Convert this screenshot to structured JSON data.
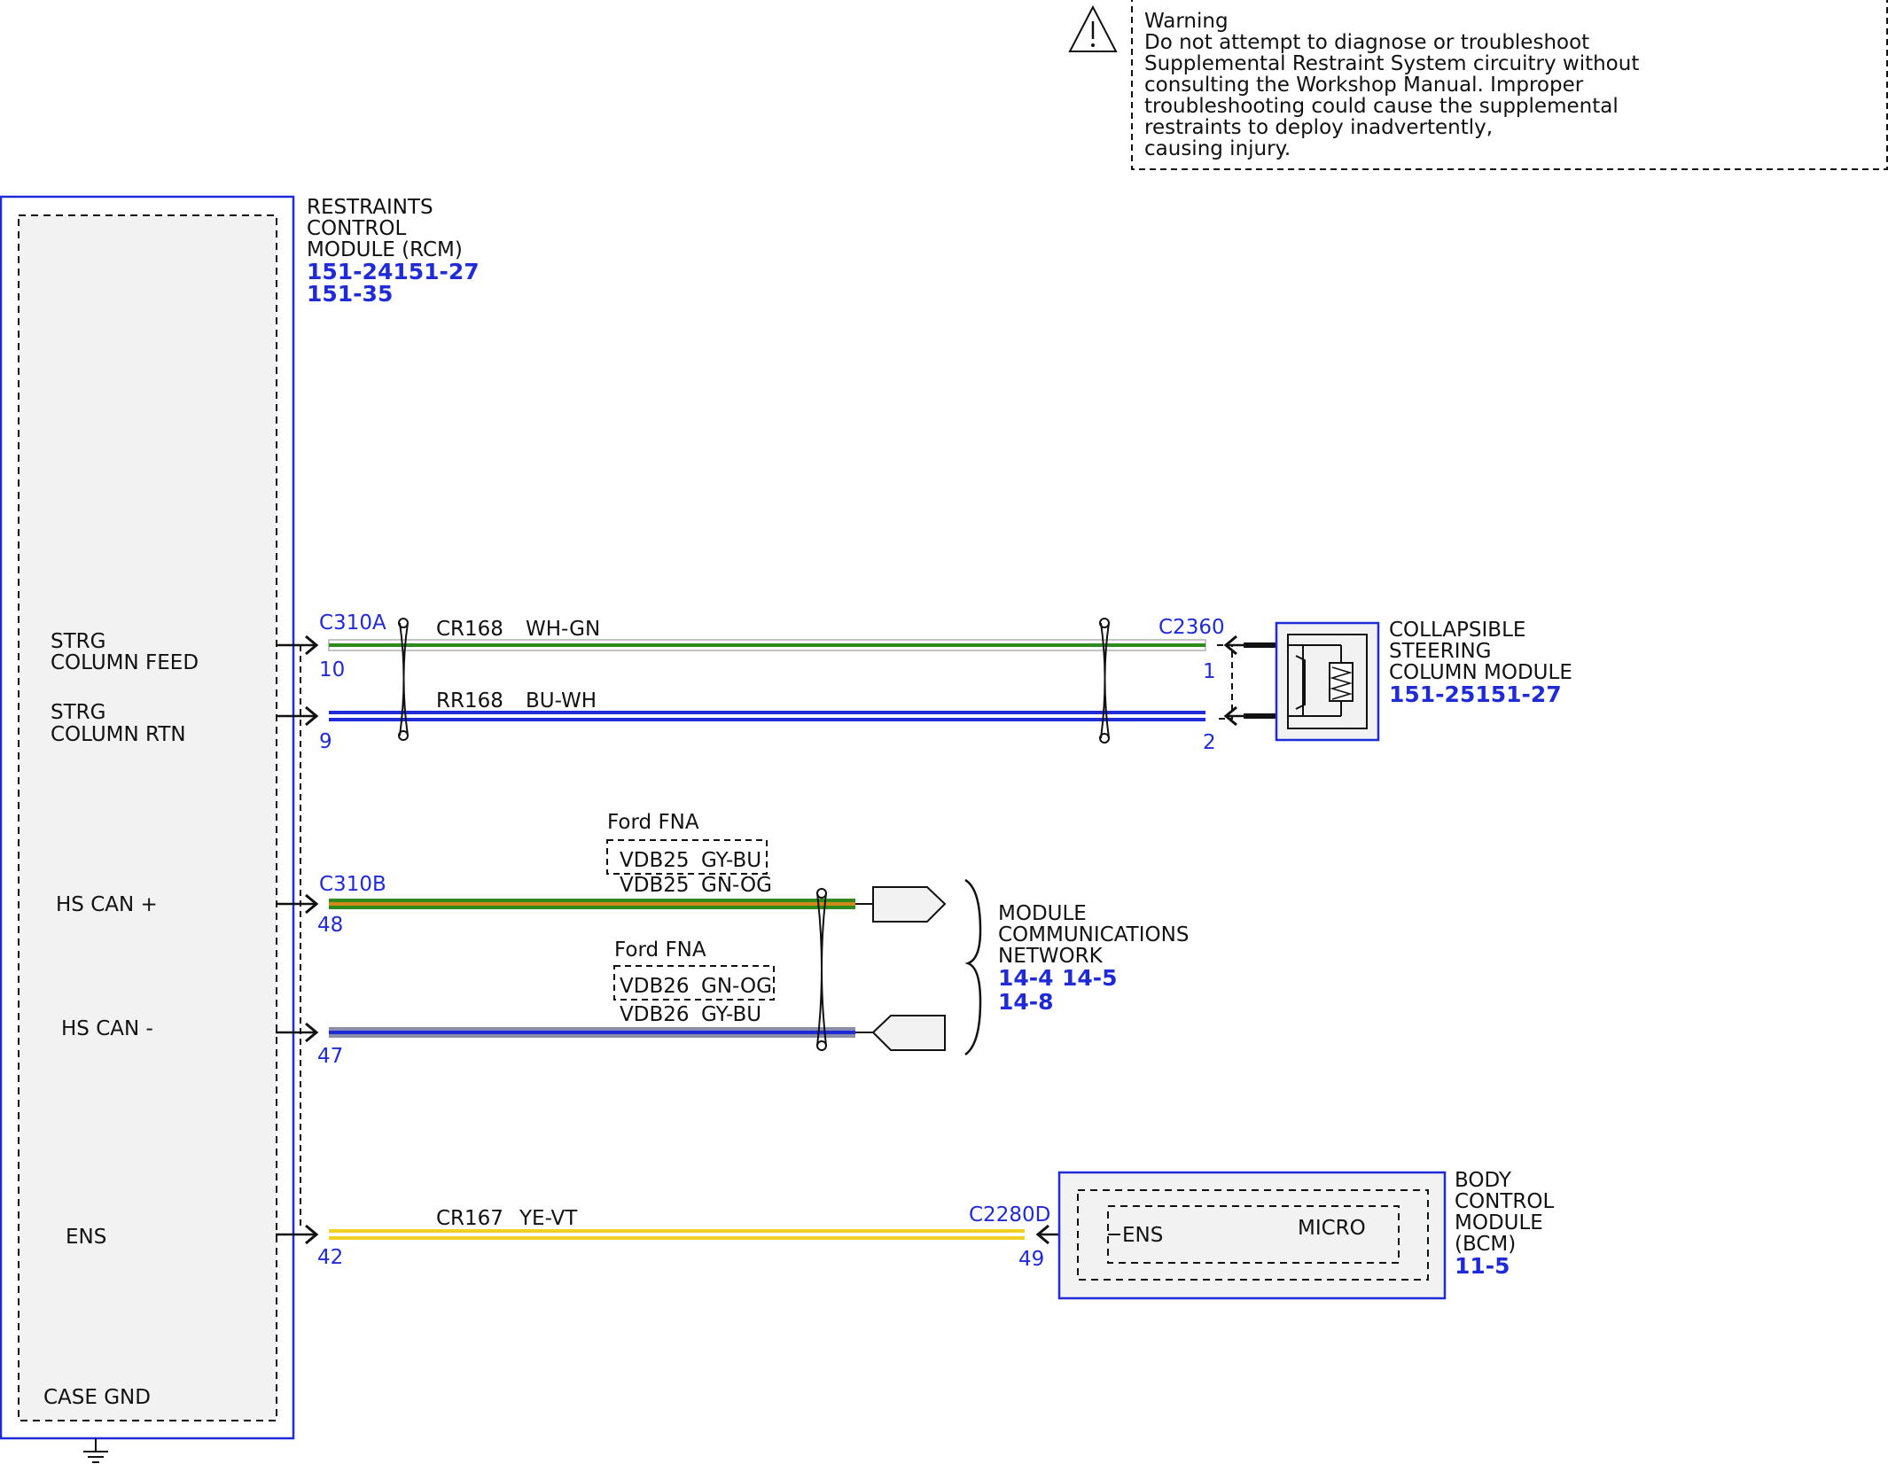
{
  "warning": {
    "title": "Warning",
    "lines": [
      "Do not attempt to diagnose or troubleshoot",
      "Supplemental Restraint System circuitry without",
      "consulting the Workshop Manual. Improper",
      "troubleshooting could cause the supplemental",
      "restraints to deploy inadvertently,",
      "causing injury."
    ]
  },
  "rcm": {
    "name_lines": [
      "RESTRAINTS",
      "CONTROL",
      "MODULE (RCM)"
    ],
    "refs": [
      "151-24151-27",
      "151-35"
    ],
    "signals": {
      "strg_feed": [
        "STRG",
        "COLUMN FEED"
      ],
      "strg_rtn": [
        "STRG",
        "COLUMN RTN"
      ],
      "hs_can_plus": "HS CAN +",
      "hs_can_minus": "HS CAN -",
      "ens": "ENS",
      "case_gnd": "CASE GND"
    }
  },
  "connectors": {
    "c310a": "C310A",
    "c310b": "C310B",
    "c2360": "C2360",
    "c2280d": "C2280D"
  },
  "pins": {
    "feed": "10",
    "rtn": "9",
    "can_plus": "48",
    "can_minus": "47",
    "ens": "42",
    "steer_1": "1",
    "steer_2": "2",
    "bcm_ens": "49"
  },
  "wires": {
    "feed": {
      "circuit": "CR168",
      "color": "WH-GN"
    },
    "rtn": {
      "circuit": "RR168",
      "color": "BU-WH"
    },
    "can_plus_alt": {
      "circuit": "VDB25",
      "color": "GY-BU"
    },
    "can_plus": {
      "circuit": "VDB25",
      "color": "GN-OG"
    },
    "can_minus_alt": {
      "circuit": "VDB26",
      "color": "GN-OG"
    },
    "can_minus": {
      "circuit": "VDB26",
      "color": "GY-BU"
    },
    "ens": {
      "circuit": "CR167",
      "color": "YE-VT"
    }
  },
  "variant_label": "Ford FNA",
  "steering_module": {
    "name_lines": [
      "COLLAPSIBLE",
      "STEERING",
      "COLUMN MODULE"
    ],
    "ref": "151-25151-27"
  },
  "network": {
    "name_lines": [
      "MODULE",
      "COMMUNICATIONS",
      "NETWORK"
    ],
    "refs": [
      "14-4",
      "14-5",
      "14-8"
    ]
  },
  "bcm": {
    "name_lines": [
      "BODY",
      "CONTROL",
      "MODULE",
      "(BCM)"
    ],
    "ref": "11-5",
    "ens": "ENS",
    "micro": "MICRO"
  },
  "colors": {
    "module_border": "#1f2bd9",
    "module_fill": "#f2f2f2",
    "pin_text": "#1f2bd9",
    "wire_blue": "#1f2bd9",
    "wire_green": "#2e8b1e",
    "wire_yellow": "#f0d020",
    "wire_gray": "#8a8ea8"
  }
}
